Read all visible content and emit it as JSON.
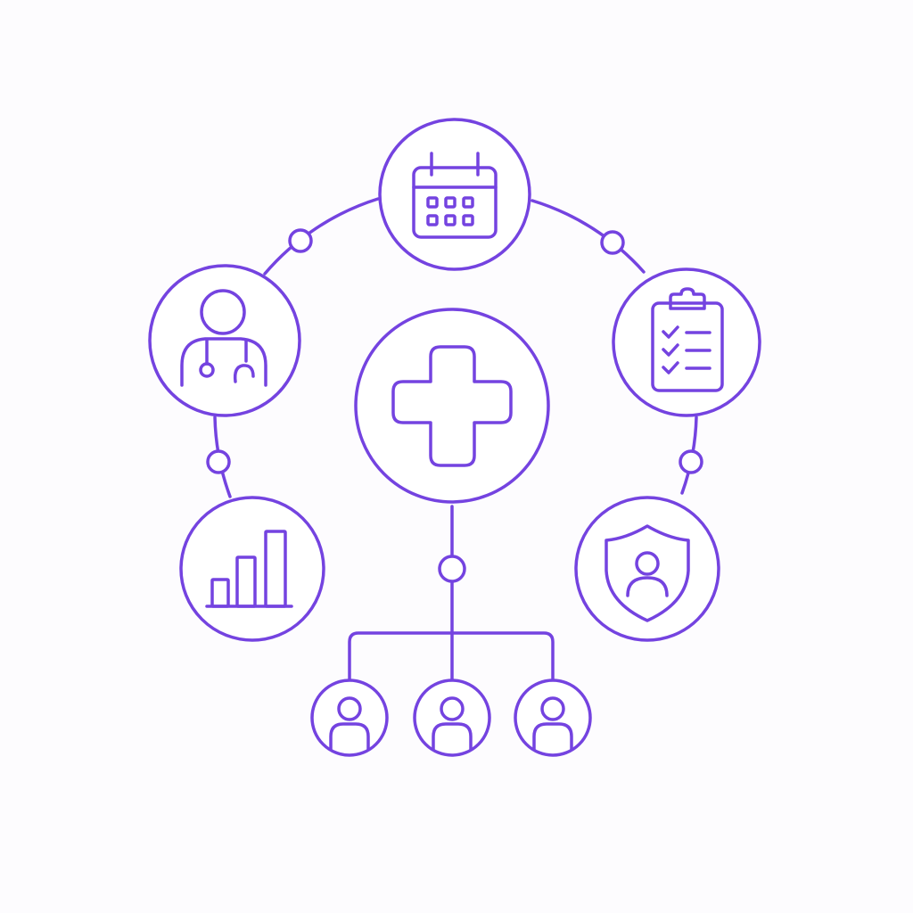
{
  "colors": {
    "stroke": "#7443e0",
    "background": "#fdfcfe",
    "node_fill": "#ffffff"
  },
  "diagram": {
    "center": {
      "icon": "medical-cross-icon"
    },
    "ring_nodes": [
      {
        "id": "calendar",
        "icon": "calendar-icon"
      },
      {
        "id": "clipboard",
        "icon": "clipboard-checklist-icon"
      },
      {
        "id": "shield-user",
        "icon": "shield-user-icon"
      },
      {
        "id": "bar-chart",
        "icon": "bar-chart-icon"
      },
      {
        "id": "doctor",
        "icon": "doctor-stethoscope-icon"
      }
    ],
    "child_nodes": [
      {
        "id": "person-1",
        "icon": "person-icon"
      },
      {
        "id": "person-2",
        "icon": "person-icon"
      },
      {
        "id": "person-3",
        "icon": "person-icon"
      }
    ]
  }
}
